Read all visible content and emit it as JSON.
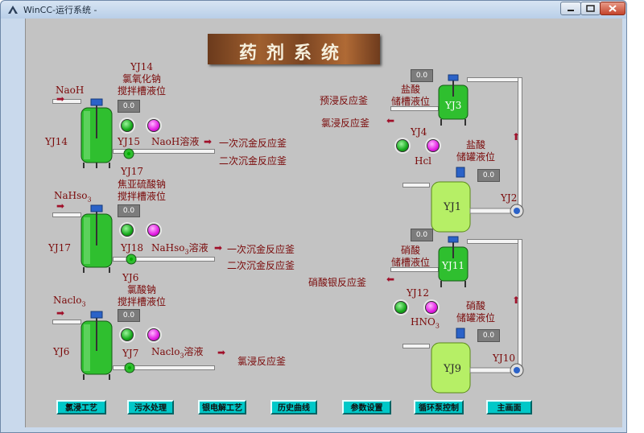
{
  "window": {
    "title": "WinCC-运行系统 -"
  },
  "banner": {
    "title": "药剂系统"
  },
  "left": {
    "s1": {
      "inlet": "NaoH",
      "tank_label": "YJ14",
      "title_id": "YJ14",
      "title_line1": "氯氧化钠",
      "title_line2": "搅拌槽液位",
      "level": "0.0",
      "pump_id": "YJ15",
      "pump_id2": "YJ17",
      "solution": "NaoH溶液",
      "dest1": "一次沉金反应釜",
      "dest2": "二次沉金反应釜"
    },
    "s2": {
      "inlet_main": "NaHso",
      "inlet_sub": "3",
      "tank_label": "YJ17",
      "title_line1": "焦亚硫酸钠",
      "title_line2": "搅拌槽液位",
      "level": "0.0",
      "pump_id": "YJ18",
      "pump_id2": "YJ6",
      "solution_main": "NaHso",
      "solution_sub": "3",
      "solution_tail": "溶液",
      "dest1": "一次沉金反应釜",
      "dest2": "二次沉金反应釜"
    },
    "s3": {
      "inlet_main": "Naclo",
      "inlet_sub": "3",
      "tank_label": "YJ6",
      "title_line1": "氯酸钠",
      "title_line2": "搅拌槽液位",
      "level": "0.0",
      "pump_id": "YJ7",
      "solution_main": "Naclo",
      "solution_sub": "3",
      "solution_tail": "溶液",
      "dest1": "氯浸反应釜"
    }
  },
  "right": {
    "hcl": {
      "level_top": "0.0",
      "dest1": "预浸反应釜",
      "tank_title1": "盐酸",
      "tank_title2": "储槽液位",
      "tank_id": "YJ3",
      "dest2": "氯浸反应釜",
      "pump_id": "YJ4",
      "chem": "Hcl",
      "store_title1": "盐酸",
      "store_title2": "储罐液位",
      "level_store": "0.0",
      "store_id": "YJ1",
      "pump2_id": "YJ2"
    },
    "hno3": {
      "level_top": "0.0",
      "tank_title1": "硝酸",
      "tank_title2": "储槽液位",
      "tank_id": "YJ11",
      "dest1": "硝酸银反应釜",
      "pump_id": "YJ12",
      "chem_main": "HNO",
      "chem_sub": "3",
      "store_title1": "硝酸",
      "store_title2": "储罐液位",
      "level_store": "0.0",
      "store_id": "YJ9",
      "pump2_id": "YJ10"
    }
  },
  "nav": [
    "氯浸工艺",
    "污水处理",
    "银电解工艺",
    "历史曲线",
    "参数设置",
    "循环泵控制",
    "主画面"
  ],
  "colors": {
    "tank": "#2fbf2f",
    "label": "#7a0a0a",
    "nav_button": "#00c8c8",
    "background": "#c3c3c3"
  }
}
